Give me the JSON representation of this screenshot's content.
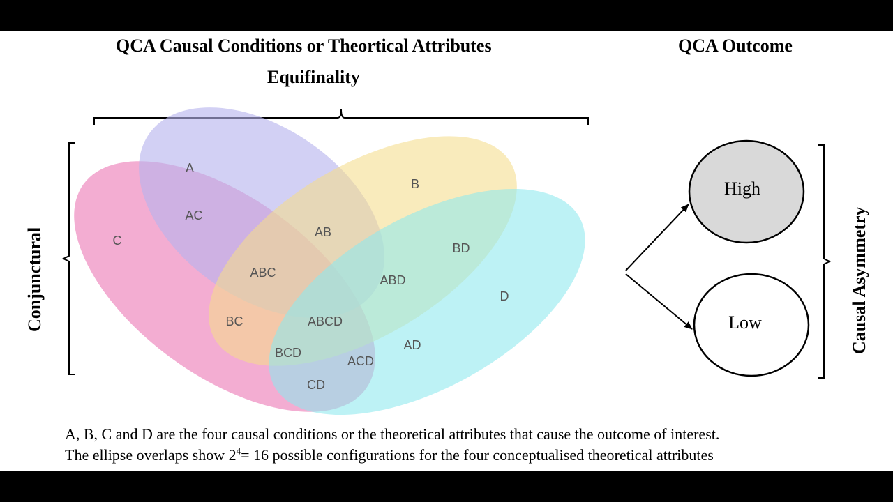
{
  "headings": {
    "conditions": "QCA Causal Conditions or Theortical Attributes",
    "equifinality": "Equifinality",
    "outcome": "QCA Outcome",
    "conjunctural": "Conjunctural",
    "asymmetry": "Causal Asymmetry"
  },
  "venn": {
    "sets": [
      {
        "name": "A",
        "color": "#b6b3ee"
      },
      {
        "name": "B",
        "color": "#f4dc8b"
      },
      {
        "name": "C",
        "color": "#ef96c5"
      },
      {
        "name": "D",
        "color": "#8ee9ee"
      }
    ],
    "regions": [
      "A",
      "B",
      "C",
      "D",
      "AC",
      "AB",
      "BD",
      "ABC",
      "ABD",
      "BC",
      "ABCD",
      "AD",
      "BCD",
      "ACD",
      "CD"
    ]
  },
  "outcomes": {
    "high": {
      "label": "High",
      "color": "#d9d9d9"
    },
    "low": {
      "label": "Low",
      "color": "#ffffff"
    }
  },
  "footnote": {
    "line1": "A, B, C and D are the four causal conditions or the theoretical attributes that cause the outcome of interest.",
    "line2_pre": "The ellipse overlaps show 2",
    "line2_sup": "4",
    "line2_post": "= 16 possible configurations for the four conceptualised theoretical attributes"
  }
}
